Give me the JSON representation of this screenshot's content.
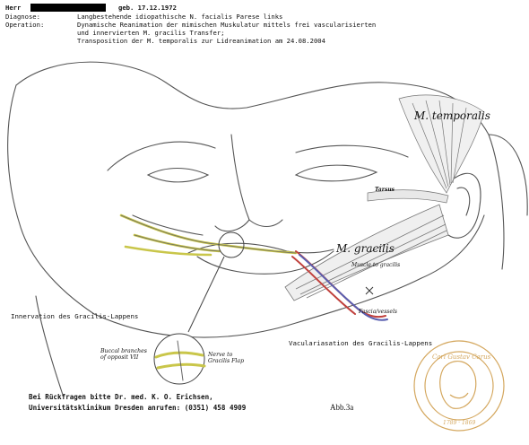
{
  "header": {
    "patient_prefix": "Herr",
    "birth_label": "geb. 17.12.1972",
    "diagnose_label": "Diagnose:",
    "diagnose_text": "Langbestehende idiopathische N. facialis Parese links",
    "operation_label": "Operation:",
    "operation_line1": "Dynamische Reanimation der mimischen Muskulatur mittels frei vascularisierten",
    "operation_line2": "und innervierten M. gracilis Transfer;",
    "operation_line3": "Transposition der M. temporalis zur Lidreanimation am 24.08.2004"
  },
  "labels": {
    "temporalis": "M. temporalis",
    "tarsus": "Tarsus",
    "gracilis": "M. gracilis",
    "gracilis_muscle": "Muscle to gracilis",
    "fascia_vessels": "Fascia/vessels",
    "innervation": "Innervation des Gracilis-Lappens",
    "vascularisation": "Vaculariasation des Gracilis-Lappens",
    "buccal": "Buccal branches of opposit VII",
    "nerve_to": "Nerve to Gracilis Flap"
  },
  "footer": {
    "line1": "Bei Rückfragen bitte Dr. med. K. O. Erichsen,",
    "line2": "Universitätsklinikum Dresden anrufen: (0351) 458 4909",
    "fig": "Abb.3a"
  },
  "stamp": {
    "text": "Carl Gustav Carus",
    "years": "1789 · 1869"
  },
  "colors": {
    "nerve": "#c9c64a",
    "vessel_red": "#c0403c",
    "vessel_blue": "#5a5fb0",
    "stamp": "#d4a75e"
  }
}
